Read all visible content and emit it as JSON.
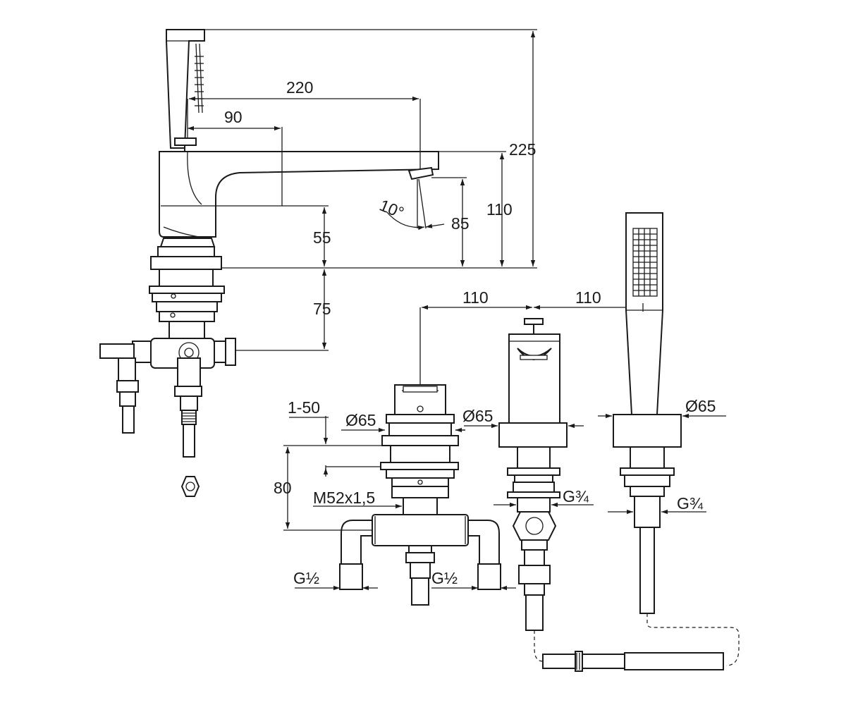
{
  "diagram": {
    "dimensions": {
      "total_height": "225",
      "spout_reach": "220",
      "lever_reach": "90",
      "spout_height": "110",
      "outlet_height": "85",
      "angle": "10°",
      "body_height": "55",
      "below_deck": "75",
      "spacing_left": "110",
      "spacing_right": "110",
      "deck_thickness": "1-50",
      "dia_mixer": "Ø65",
      "dia_spout": "Ø65",
      "dia_handshower": "Ø65",
      "thread_m52": "M52x1,5",
      "depth_80": "80",
      "thread_g34_spout": "G¾",
      "thread_g34_hand": "G¾",
      "conn_left": "G½",
      "conn_right": "G½"
    }
  }
}
